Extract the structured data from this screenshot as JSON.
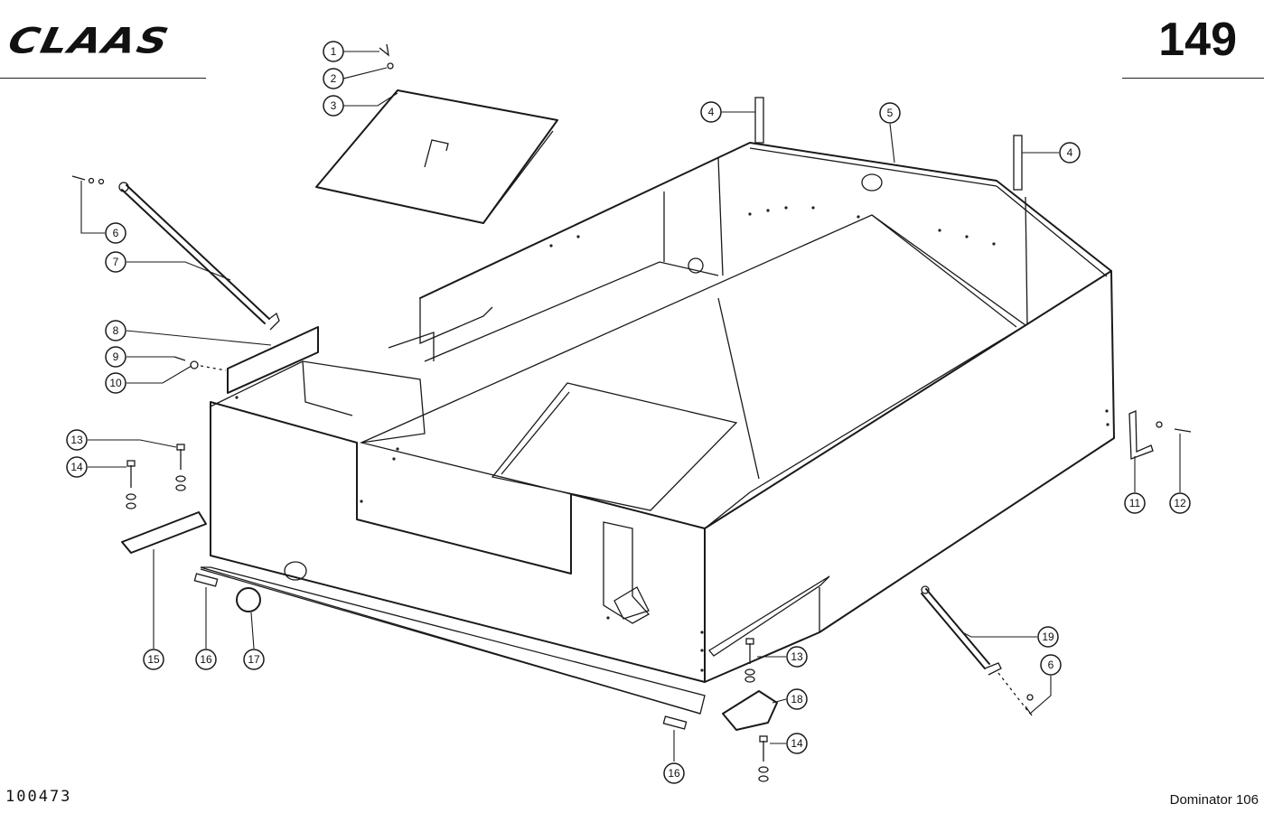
{
  "header": {
    "brand": "CLAAS",
    "page_number": "149"
  },
  "footer": {
    "drawing_number": "100473",
    "model": "Dominator 106"
  },
  "callouts": [
    {
      "label": "1"
    },
    {
      "label": "2"
    },
    {
      "label": "3"
    },
    {
      "label": "4"
    },
    {
      "label": "5"
    },
    {
      "label": "4"
    },
    {
      "label": "6"
    },
    {
      "label": "7"
    },
    {
      "label": "8"
    },
    {
      "label": "9"
    },
    {
      "label": "10"
    },
    {
      "label": "13"
    },
    {
      "label": "14"
    },
    {
      "label": "11"
    },
    {
      "label": "12"
    },
    {
      "label": "15"
    },
    {
      "label": "16"
    },
    {
      "label": "17"
    },
    {
      "label": "13"
    },
    {
      "label": "19"
    },
    {
      "label": "6"
    },
    {
      "label": "18"
    },
    {
      "label": "14"
    },
    {
      "label": "16"
    }
  ]
}
